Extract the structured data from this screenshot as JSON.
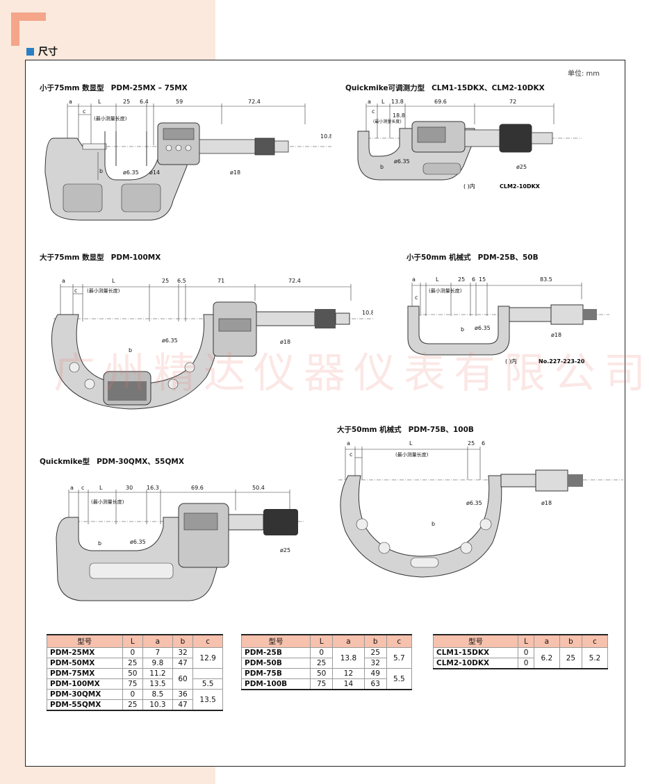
{
  "header": {
    "section_title": "尺寸"
  },
  "unit_label": "单位: mm",
  "watermark": "广州精达仪器仪表有限公司",
  "figures": {
    "f1": {
      "title_zh": "小于75mm 数显型",
      "model": "PDM-25MX – 75MX",
      "dims": {
        "a": "a",
        "c": "c",
        "L": "L",
        "d25": "25",
        "d64": "6.4",
        "d59": "59",
        "d724": "72.4",
        "d108": "10.8",
        "b": "b",
        "phi635": "ø6.35",
        "phi14": "ø14",
        "phi18": "ø18",
        "minlen": "(最小测量长度)"
      }
    },
    "f2": {
      "title_zh": "Quickmike可调测力型",
      "model": "CLM1-15DKX、CLM2-10DKX",
      "dims": {
        "a": "a",
        "c": "c",
        "L": "L",
        "d138": "13.8",
        "d696": "69.6",
        "d72": "72",
        "d188": "18.8",
        "b": "b",
        "phi635": "ø6.35",
        "phi25": "ø25",
        "minlen": "(最小测量长度)",
        "note_prefix": "(     )内",
        "note_model": "CLM2-10DKX"
      }
    },
    "f3": {
      "title_zh": "大于75mm 数显型",
      "model": "PDM-100MX",
      "dims": {
        "a": "a",
        "c": "c",
        "L": "L",
        "d25": "25",
        "d65": "6.5",
        "d71": "71",
        "d724": "72.4",
        "d108": "10.8",
        "b": "b",
        "phi635": "ø6.35",
        "phi18": "ø18",
        "minlen": "(最小测量长度)"
      }
    },
    "f4": {
      "title_zh": "小于50mm 机械式",
      "model": "PDM-25B、50B",
      "dims": {
        "a": "a",
        "c": "c",
        "L": "L",
        "d25": "25",
        "d6": "6",
        "d15": "15",
        "d835": "83.5",
        "b": "b",
        "phi635": "ø6.35",
        "phi18": "ø18",
        "minlen": "(最小测量长度)",
        "note_prefix": "(     )内",
        "note_model": "No.227-223-20"
      }
    },
    "f5": {
      "title_zh": "大于50mm 机械式",
      "model": "PDM-75B、100B",
      "dims": {
        "a": "a",
        "c": "c",
        "L": "L",
        "d25": "25",
        "d6": "6",
        "b": "b",
        "phi635": "ø6.35",
        "phi18": "ø18",
        "minlen": "(最小测量长度)"
      }
    },
    "f6": {
      "title_zh": "Quickmike型",
      "model": "PDM-30QMX、55QMX",
      "dims": {
        "a": "a",
        "c": "c",
        "L": "L",
        "d30": "30",
        "d163": "16.3",
        "d696": "69.6",
        "d504": "50.4",
        "b": "b",
        "phi635": "ø6.35",
        "phi25": "ø25",
        "minlen": "(最小测量长度)"
      }
    }
  },
  "tables": {
    "t1": {
      "headers": [
        "型号",
        "L",
        "a",
        "b",
        "c"
      ],
      "rows": [
        {
          "model": "PDM-25MX",
          "L": "0",
          "a": "7",
          "b": "32"
        },
        {
          "model": "PDM-50MX",
          "L": "25",
          "a": "9.8",
          "b": "47"
        },
        {
          "model": "PDM-75MX",
          "L": "50",
          "a": "11.2"
        },
        {
          "model": "PDM-100MX",
          "L": "75",
          "a": "13.5"
        },
        {
          "model": "PDM-30QMX",
          "L": "0",
          "a": "8.5",
          "b": "36"
        },
        {
          "model": "PDM-55QMX",
          "L": "25",
          "a": "10.3",
          "b": "47"
        }
      ],
      "merged": {
        "b_60": "60",
        "c_129": "12.9",
        "c_55": "5.5",
        "c_135": "13.5"
      }
    },
    "t2": {
      "headers": [
        "型号",
        "L",
        "a",
        "b",
        "c"
      ],
      "rows": [
        {
          "model": "PDM-25B",
          "L": "0",
          "b": "25"
        },
        {
          "model": "PDM-50B",
          "L": "25",
          "b": "32"
        },
        {
          "model": "PDM-75B",
          "L": "50",
          "a": "12",
          "b": "49"
        },
        {
          "model": "PDM-100B",
          "L": "75",
          "a": "14",
          "b": "63"
        }
      ],
      "merged": {
        "a_138": "13.8",
        "c_57": "5.7",
        "c_55": "5.5"
      }
    },
    "t3": {
      "headers": [
        "型号",
        "L",
        "a",
        "b",
        "c"
      ],
      "rows": [
        {
          "model": "CLM1-15DKX",
          "L": "0"
        },
        {
          "model": "CLM2-10DKX",
          "L": "0"
        }
      ],
      "merged": {
        "a": "6.2",
        "b": "25",
        "c": "5.2"
      }
    }
  },
  "colors": {
    "accent_blue": "#2a7fc4",
    "band": "#fbe9dd",
    "corner": "#f4a58a",
    "table_header": "#f6c1ad",
    "frame_gray": "#c8c8c8"
  }
}
